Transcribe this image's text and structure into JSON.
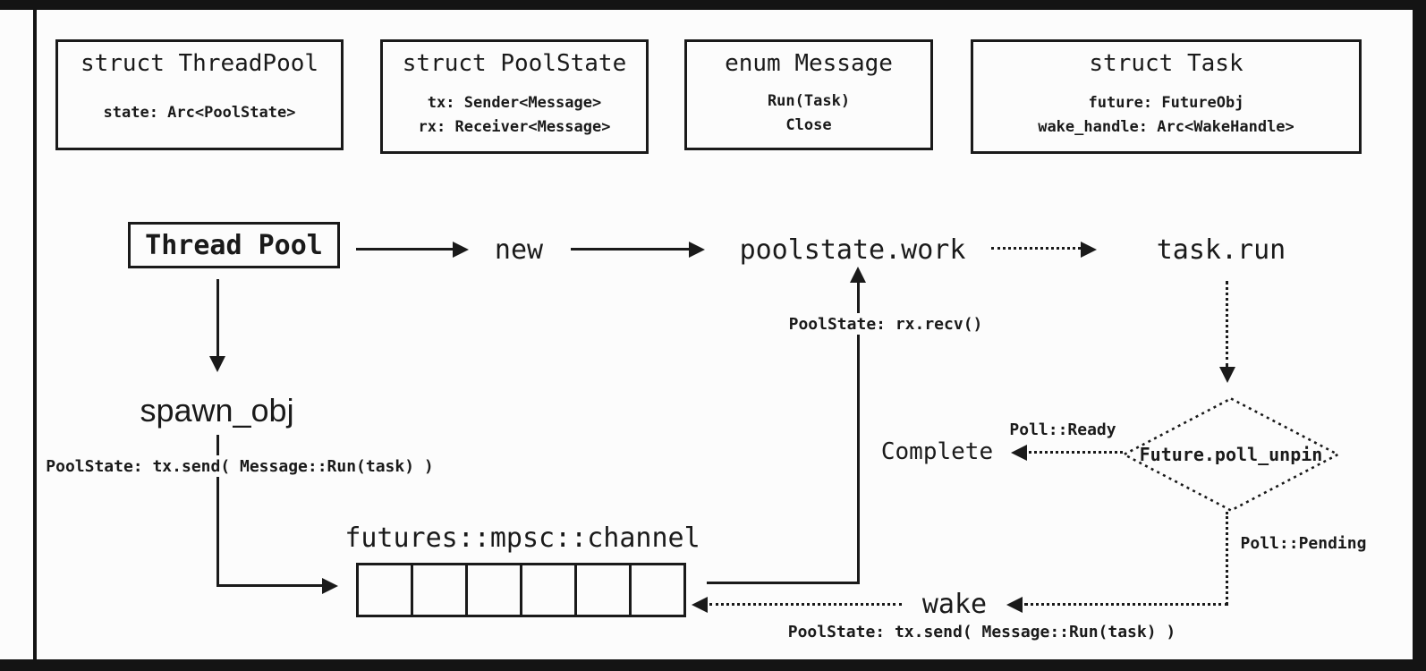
{
  "colors": {
    "ink": "#1a1a1a",
    "paper": "#fcfcfc"
  },
  "structs": [
    {
      "title": "struct ThreadPool",
      "fields": [
        "state: Arc<PoolState>"
      ]
    },
    {
      "title": "struct PoolState",
      "fields": [
        "tx: Sender<Message>",
        "rx: Receiver<Message>"
      ]
    },
    {
      "title": "enum Message",
      "fields": [
        "Run(Task)",
        "Close"
      ]
    },
    {
      "title": "struct Task",
      "fields": [
        "future: FutureObj",
        "wake_handle: Arc<WakeHandle>"
      ]
    }
  ],
  "flow": {
    "thread_pool_label": "Thread Pool",
    "new_label": "new",
    "poolstate_work_label": "poolstate.work",
    "task_run_label": "task.run",
    "spawn_obj_label": "spawn_obj",
    "channel_label": "futures::mpsc::channel",
    "channel_slots": 6,
    "complete_label": "Complete",
    "wake_label": "wake",
    "poll_unpin_label": "Future.poll_unpin"
  },
  "edge_labels": {
    "rx_recv": "PoolState: rx.recv()",
    "tx_send_spawn": "PoolState: tx.send( Message::Run(task) )",
    "poll_ready": "Poll::Ready",
    "poll_pending": "Poll::Pending",
    "tx_send_wake": "PoolState: tx.send( Message::Run(task) )"
  }
}
